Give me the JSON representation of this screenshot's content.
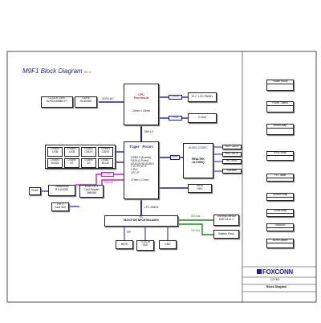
{
  "title": {
    "text": "M9F1 Block Diagram",
    "rev": "R1.0"
  },
  "clock": {
    "line1": "CLOCK GEN.",
    "line2": "9LRS3165BKLFT"
  },
  "ddr": {
    "line1": "DDRII",
    "line2": "SODIMM"
  },
  "ddr_link": "DDRII 667",
  "cpu": {
    "line1": "CPU",
    "line2": "Pineview-M",
    "line3": "22mm x 22mm"
  },
  "lvds": {
    "tag": "LVDS",
    "panel": "10.1\" LCD PANEL"
  },
  "vga": {
    "tag": "VGA",
    "port": "D-Sub"
  },
  "dmi": "DMI x 2",
  "pch": {
    "name": "Tiger Point",
    "features": [
      "USB2.0 (8 ports)",
      "SATA (2 Ports)",
      "AZALIA HD AUDIO",
      "2 X1 PCIE IF",
      "1 PCI",
      "LPC IF"
    ],
    "size": "17mm x 17mm"
  },
  "hda": "HDA",
  "usb_left": [
    [
      "USB#0",
      "USB"
    ],
    [
      "USB#1",
      "USB"
    ],
    [
      "USB#2",
      "CMOS"
    ],
    [
      "USB#3",
      "CARD"
    ],
    [
      "USB#4",
      "WLAN"
    ],
    [
      "USB#5",
      "BT"
    ],
    [
      "USB#6",
      "3G"
    ],
    [
      "USB#7",
      "BLUE"
    ]
  ],
  "codec": {
    "tag": "AUDIO CODEC",
    "name": "REALTEK",
    "part": "ALC269Q"
  },
  "audio_jacks": [
    "HDP-JACK",
    "MIC-JACK",
    "Int. DMIC",
    "Speaker"
  ],
  "pcie": "PCIE#1",
  "pcie2": "PCIE#2",
  "rj45": "RJ45",
  "lan": {
    "line1": "Transformer",
    "line2": "RTL8105E"
  },
  "cardreader": {
    "line1": "USB 2 in 1",
    "line2": "Card Reader",
    "line3": "JMB385"
  },
  "cardslot": {
    "line1": "2 in 1",
    "line2": "Card Slot"
  },
  "sata": {
    "line1": "SATA",
    "line2": "HDD"
  },
  "lpc": "LPC 33MHZ",
  "ec": {
    "line1": "EC",
    "line2": "NUVOTON NPCE781LA0DX"
  },
  "spi": "SPI",
  "bios": "BIOS",
  "touchpad": {
    "line1": "TOUCH",
    "line2": "PAD"
  },
  "kbd": "KBD",
  "smbus1": "SM Bus",
  "smbus2": "SM Bus",
  "thermal": {
    "line1": "Thermal Sensor",
    "line2": "EMC1412-1"
  },
  "battery": "Battery Pack",
  "logo": "FOXCONN",
  "company": "CCPBG",
  "doc_title": "Block Diagram",
  "right_panel": {
    "b1": "Power Block",
    "b2": "Power States",
    "b3": "Reset Map",
    "b4": "GPIO Map",
    "b5": "PCI Table",
    "b6": "SMBus Map",
    "b7": "Clock Map",
    "b8": "Revision",
    "b9": "BOM Option"
  },
  "colors": {
    "blue_link": "#1a1aa6",
    "magenta_link": "#c020c0",
    "green_bus": "#1a8a1a",
    "red_text": "#c02020"
  }
}
